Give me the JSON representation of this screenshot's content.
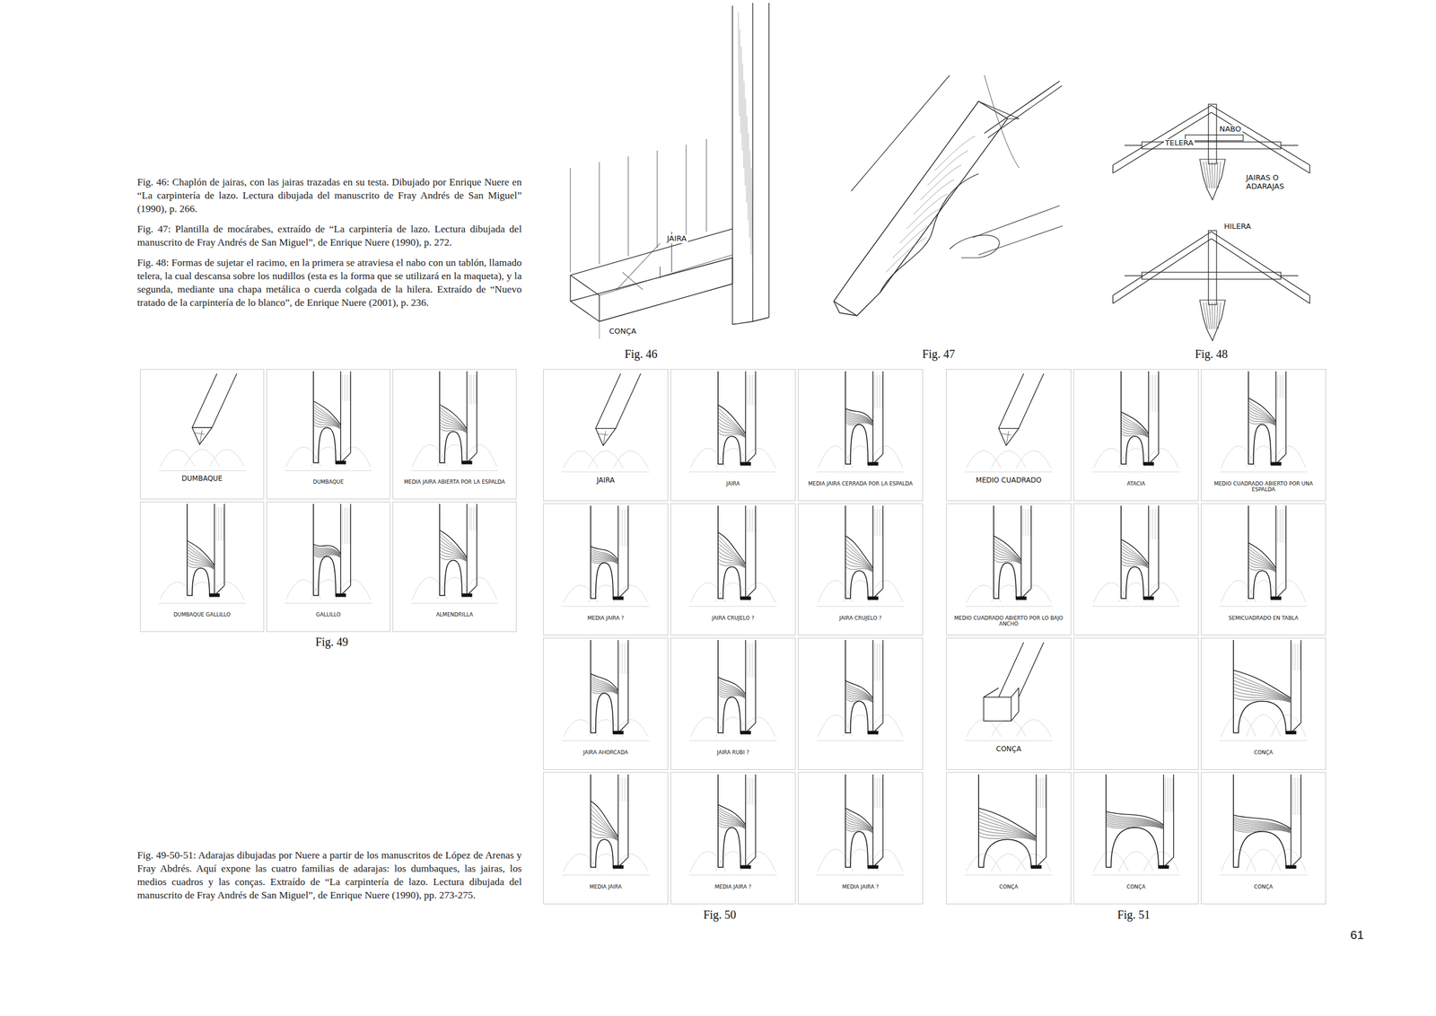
{
  "diagram": {
    "labels": [
      "Fig. 46: Chaplón de jairas, con las jairas trazadas en su testa. Dibujado por Enrique Nuere en “La carpintería de lazo. Lectura dibujada del manuscrito de Fray Andrés de San Miguel” (1990), p. 266.",
      "Fig. 47: Plantilla de mocárabes, extraído de “La carpintería de lazo. Lectura dibujada del manuscrito de Fray Andrés de San Miguel”, de Enrique Nuere (1990), p. 272.",
      "Fig. 48: Formas de sujetar el racimo, en la primera se atraviesa el nabo con un tablón, llamado telera, la cual descansa sobre los nudillos (esta es la forma que se utilizará en la maqueta), y la segunda, mediante una chapa metálica o cuerda colgada de la hilera. Extraído de “Nuevo tratado de la carpintería de lo blanco”, de Enrique Nuere (2001), p. 236.",
      "Fig. 49-50-51: Adarajas dibujadas por Nuere a partir de los manuscritos de López de Arenas y Fray Abdrés. Aquí expone las cuatro familias de adarajas: los dumbaques, las jairas, los medios cuadros y las conças. Extraído de “La carpintería de lazo. Lectura dibujada del manuscrito de Fray Andrés de San Miguel”, de Enrique Nuere (1990), pp. 273-275.",
      "JAIRA",
      "CONÇA",
      "TELERA",
      "NABO",
      "JAIRAS O ADARAJAS",
      "HILERA",
      "Fig. 46",
      "Fig. 47",
      "Fig. 48",
      "DUMBAQUE",
      "DUMBAQUE",
      "MEDIA JAIRA ABIERTA POR LA ESPALDA",
      "DUMBAQUE GALLILLO",
      "GALLILLO",
      "ALMENDRILLA",
      "Fig. 49",
      "JAIRA",
      "JAIRA",
      "MEDIA JAIRA CERRADA POR LA ESPALDA",
      "MEDIA JAIRA ?",
      "JAIRA CRUJELO ?",
      "JAIRA CRUJELO ?",
      "JAIRA AHORCADA",
      "JAIRA RUBI ?",
      "MEDIA JAIRA",
      "MEDIA JAIRA ?",
      "MEDIA JAIRA ?",
      "Fig. 50",
      "MEDIO CUADRADO",
      "ATACIA",
      "MEDIO CUADRADO ABIERTO POR UNA ESPALDA",
      "MEDIO CUADRADO ABIERTO POR LO BAJO ANCHO",
      "SEMICUADRADO EN TABLA",
      "CONÇA",
      "CONÇA",
      "CONÇA",
      "CONÇA",
      "CONÇA",
      "Fig. 51",
      "61"
    ]
  }
}
